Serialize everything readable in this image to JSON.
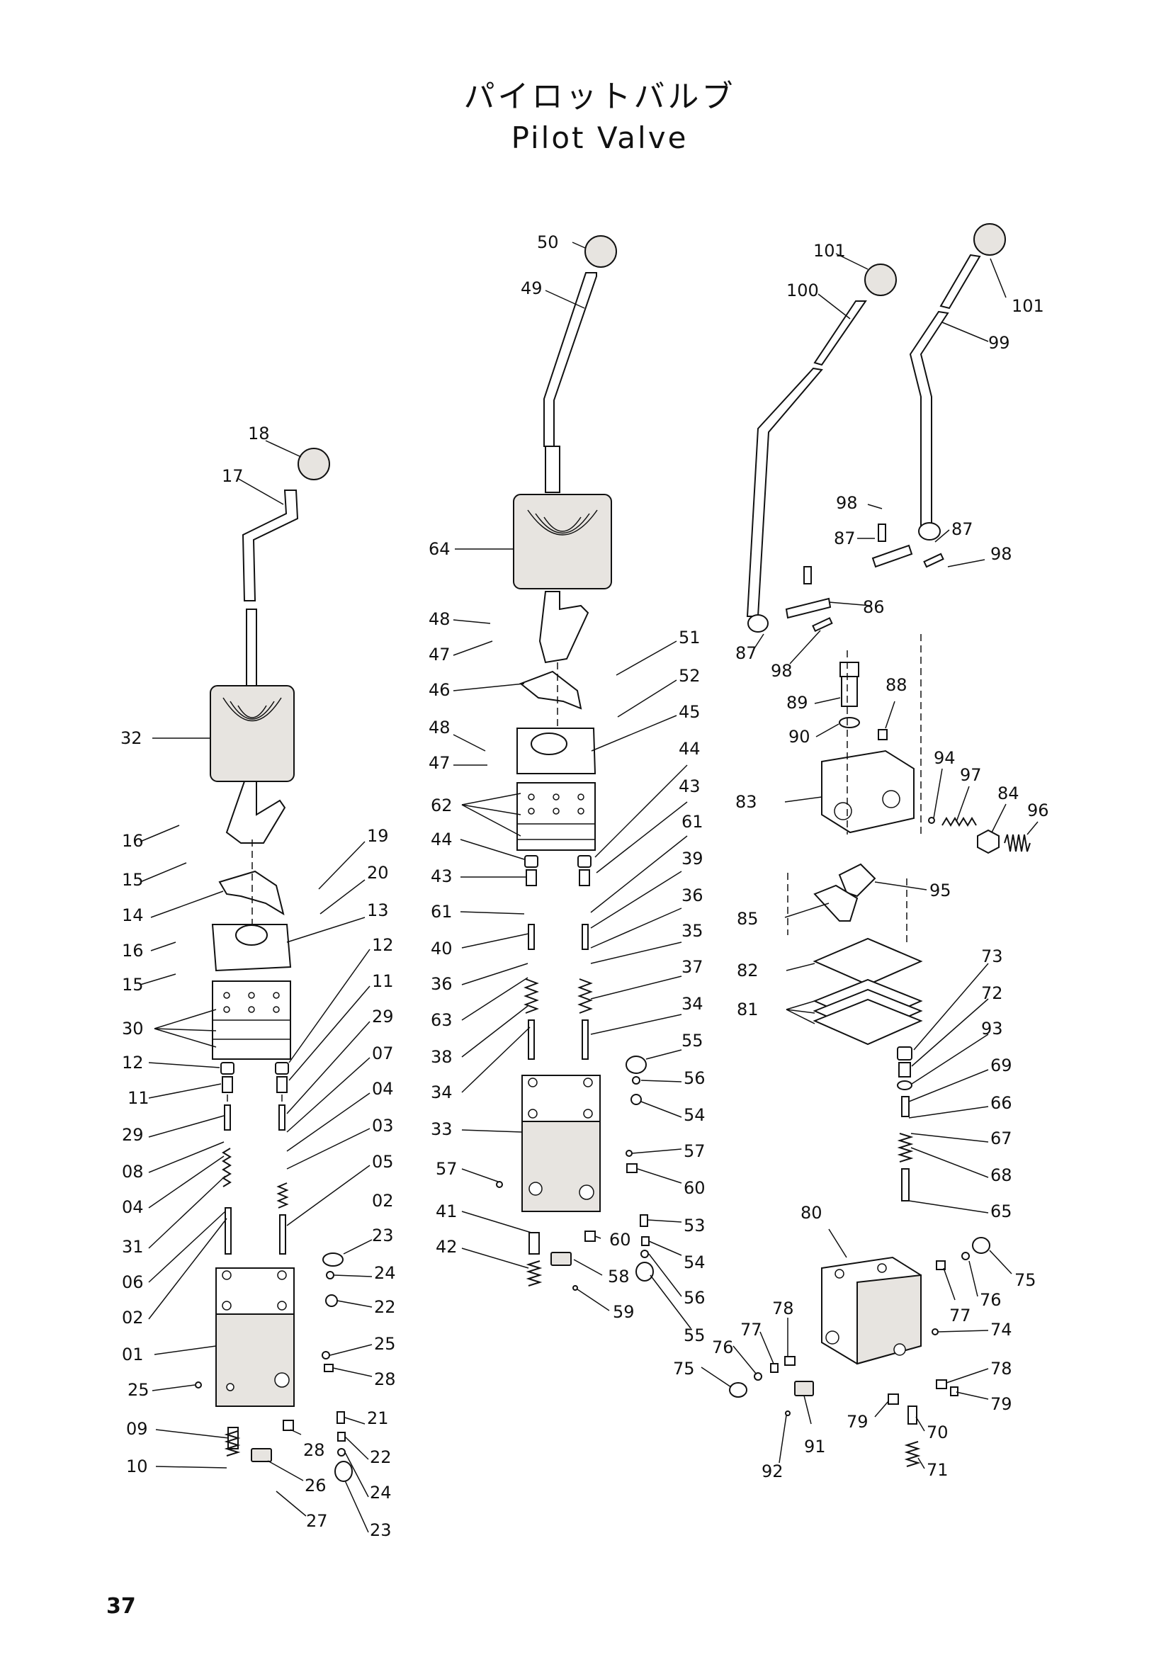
{
  "title_jp": "パイロットバルブ",
  "title_en": "Pilot Valve",
  "page_number": "37",
  "callouts": [
    "18",
    "17",
    "32",
    "16",
    "15",
    "14",
    "16",
    "15",
    "30",
    "12",
    "11",
    "29",
    "08",
    "04",
    "31",
    "06",
    "02",
    "01",
    "25",
    "09",
    "10",
    "19",
    "20",
    "13",
    "12",
    "11",
    "29",
    "07",
    "04",
    "03",
    "05",
    "02",
    "23",
    "24",
    "22",
    "25",
    "28",
    "21",
    "22",
    "24",
    "23",
    "28",
    "26",
    "27",
    "50",
    "49",
    "64",
    "48",
    "47",
    "46",
    "48",
    "47",
    "62",
    "44",
    "43",
    "61",
    "40",
    "36",
    "63",
    "38",
    "34",
    "33",
    "57",
    "41",
    "42",
    "51",
    "52",
    "45",
    "44",
    "43",
    "61",
    "39",
    "36",
    "35",
    "37",
    "34",
    "55",
    "56",
    "54",
    "57",
    "60",
    "53",
    "60",
    "54",
    "58",
    "56",
    "59",
    "55",
    "101",
    "100",
    "101",
    "99",
    "98",
    "87",
    "87",
    "98",
    "86",
    "87",
    "98",
    "89",
    "88",
    "90",
    "83",
    "94",
    "97",
    "84",
    "96",
    "95",
    "85",
    "82",
    "81",
    "73",
    "72",
    "93",
    "69",
    "66",
    "67",
    "68",
    "65",
    "80",
    "75",
    "76",
    "77",
    "74",
    "78",
    "79",
    "75",
    "76",
    "77",
    "78",
    "79",
    "91",
    "92",
    "70",
    "71"
  ]
}
